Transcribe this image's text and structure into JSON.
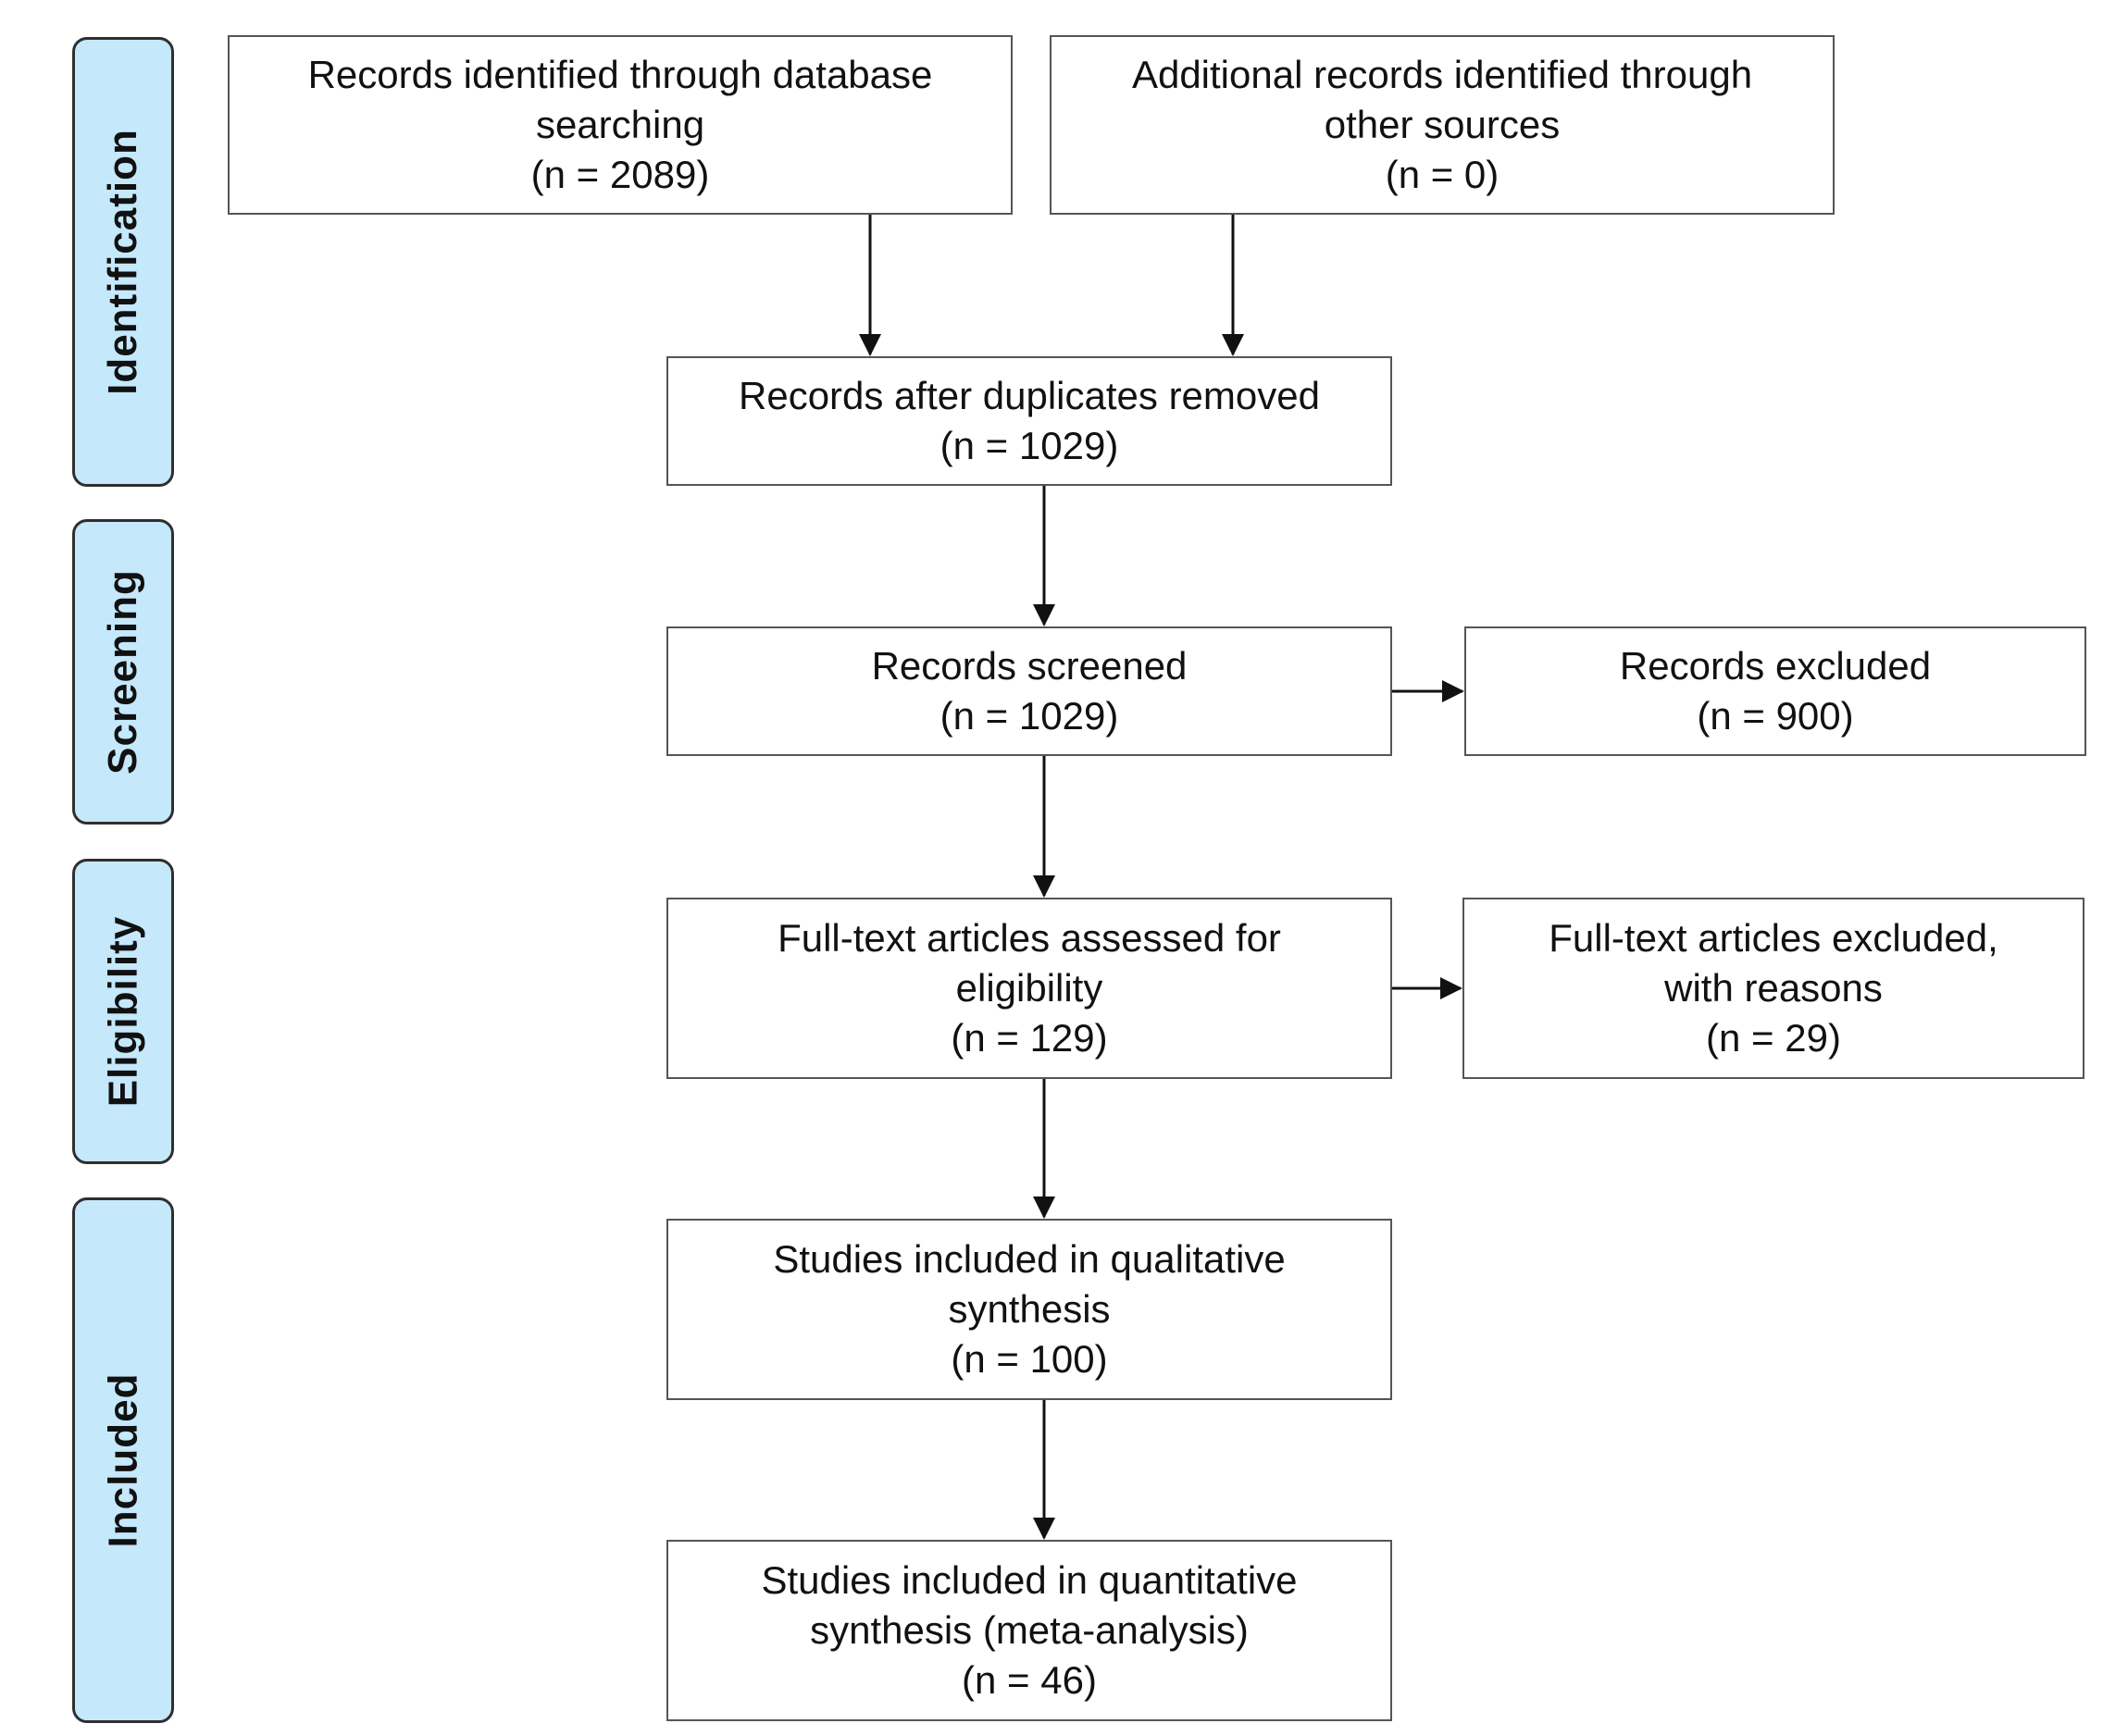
{
  "phases": {
    "identification": "Identification",
    "screening": "Screening",
    "eligibility": "Eligibility",
    "included": "Included"
  },
  "boxes": {
    "records_database": {
      "line1": "Records identified through database",
      "line2": "searching",
      "count": "(n = 2089)"
    },
    "records_other": {
      "line1": "Additional records identified through",
      "line2": "other sources",
      "count": "(n = 0)"
    },
    "after_duplicates": {
      "line1": "Records after duplicates removed",
      "count": "(n = 1029)"
    },
    "screened": {
      "line1": "Records screened",
      "count": "(n = 1029)"
    },
    "excluded": {
      "line1": "Records excluded",
      "count": "(n = 900)"
    },
    "fulltext_assessed": {
      "line1": "Full-text articles assessed for",
      "line2": "eligibility",
      "count": "(n = 129)"
    },
    "fulltext_excluded": {
      "line1": "Full-text articles excluded,",
      "line2": "with reasons",
      "count": "(n = 29)"
    },
    "qualitative": {
      "line1": "Studies included in qualitative",
      "line2": "synthesis",
      "count": "(n = 100)"
    },
    "quantitative": {
      "line1": "Studies included in quantitative",
      "line2": "synthesis (meta-analysis)",
      "count": "(n = 46)"
    }
  },
  "colors": {
    "phase_fill": "#c5e8fb",
    "phase_border": "#2f2f2f",
    "box_border": "#555555",
    "arrow": "#111111"
  }
}
